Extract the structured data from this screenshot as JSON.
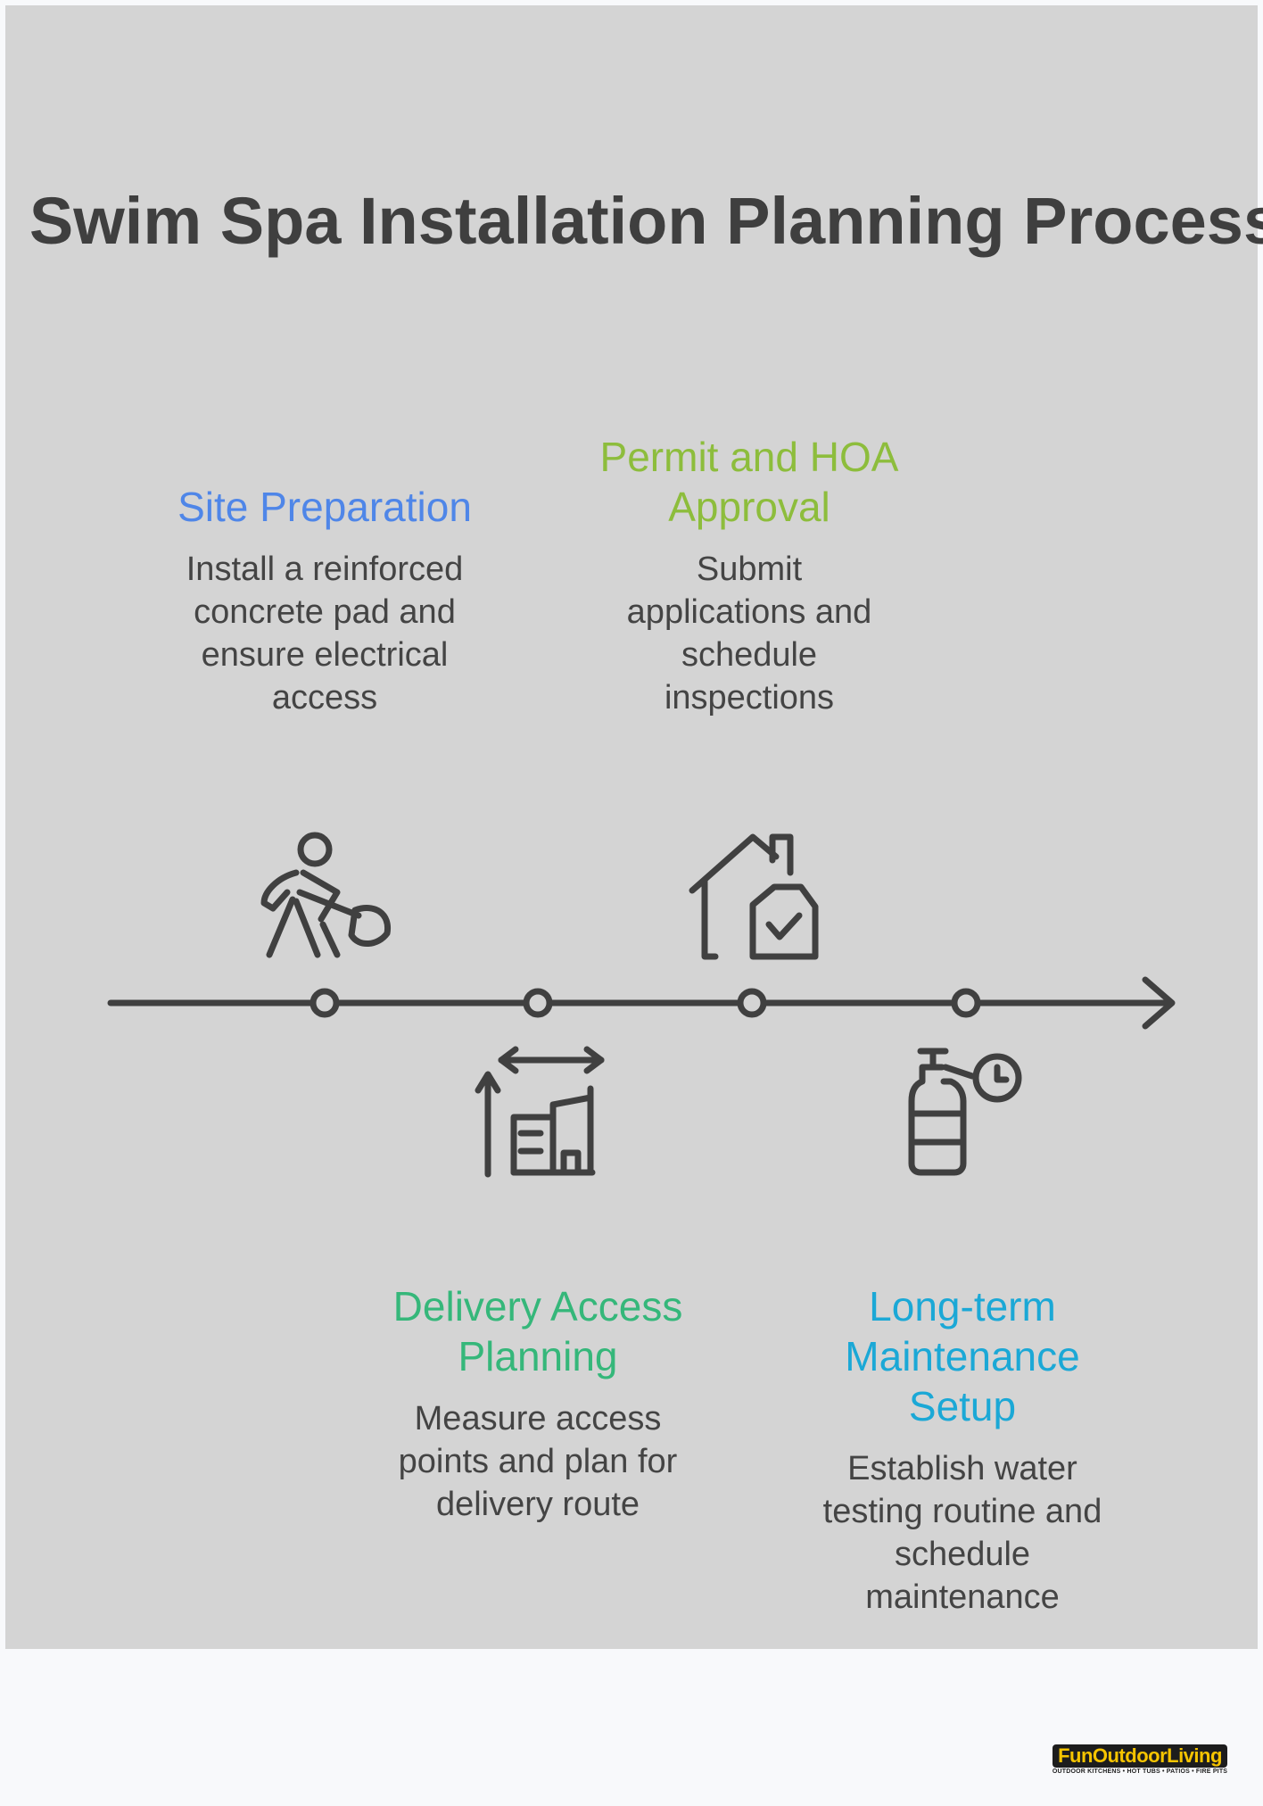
{
  "title": "Swim Spa Installation Planning Process",
  "colors": {
    "background": "#d4d4d4",
    "timeline": "#404040",
    "site_preparation": "#4f86e8",
    "permit_hoa": "#8dbd3c",
    "delivery_access": "#35b77a",
    "maintenance": "#1ba8d6"
  },
  "steps": [
    {
      "title": "Site Preparation",
      "description": "Install a reinforced concrete pad and ensure electrical access",
      "icon": "worker-shovel-icon"
    },
    {
      "title": "Delivery Access Planning",
      "description": "Measure access points and plan for delivery route",
      "icon": "building-measure-icon"
    },
    {
      "title": "Permit and HOA Approval",
      "description": "Submit applications and schedule inspections",
      "icon": "house-document-check-icon"
    },
    {
      "title": "Long-term Maintenance Setup",
      "description": "Establish water testing routine and schedule maintenance",
      "icon": "chemical-bottle-clock-icon"
    }
  ],
  "logo": {
    "name": "FunOutdoorLiving",
    "tagline": "OUTDOOR KITCHENS • HOT TUBS • PATIOS • FIRE PITS"
  }
}
